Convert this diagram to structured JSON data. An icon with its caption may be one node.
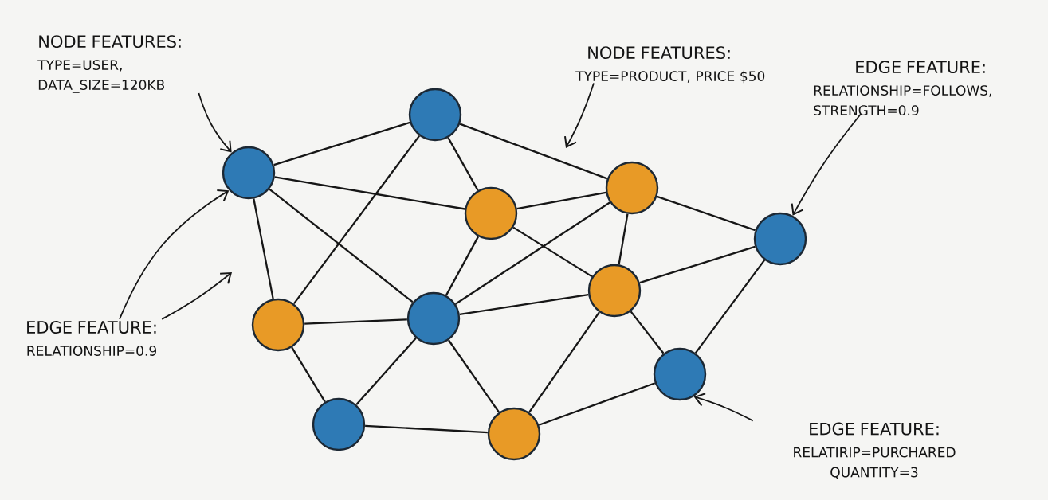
{
  "diagram": {
    "nodes": [
      {
        "text": [],
        "shape": "circle"
      },
      {
        "text": [],
        "shape": "circle"
      },
      {
        "text": [],
        "shape": "circle"
      },
      {
        "text": [],
        "shape": "circle"
      },
      {
        "text": [],
        "shape": "circle"
      },
      {
        "text": [],
        "shape": "circle"
      },
      {
        "text": [],
        "shape": "circle"
      },
      {
        "text": [],
        "shape": "circle"
      },
      {
        "text": [],
        "shape": "circle"
      },
      {
        "text": [],
        "shape": "circle"
      },
      {
        "text": [],
        "shape": "circle"
      },
      {
        "text": [
          "NODE FEATURES:",
          "TYPE=USER, DATA_SIZE=120KB"
        ]
      },
      {
        "text": [
          "NODE FEATURES:",
          "TYPE=PRODUCT, PRICE $50"
        ]
      },
      {
        "text": [
          "EDGE FEATURE:",
          "RELATIONSHIP=FOLLOWS, STRENGTH=0.9"
        ]
      },
      {
        "text": [
          "EDGE FEATURE:",
          "RELATIONSHIP=0.9"
        ]
      },
      {
        "text": [
          "EDGE FEATURE:",
          "RELATIRIP=PURCHARED QUANTITY=3"
        ]
      }
    ],
    "edges": [
      {
        "from": 0,
        "to": 1,
        "arrow": "none"
      },
      {
        "from": 0,
        "to": 2,
        "arrow": "none"
      },
      {
        "from": 0,
        "to": 6,
        "arrow": "none"
      },
      {
        "from": 0,
        "to": 7,
        "arrow": "none"
      },
      {
        "from": 1,
        "to": 2,
        "arrow": "none"
      },
      {
        "from": 1,
        "to": 3,
        "arrow": "none"
      },
      {
        "from": 1,
        "to": 7,
        "arrow": "none"
      },
      {
        "from": 2,
        "to": 3,
        "arrow": "none"
      },
      {
        "from": 2,
        "to": 6,
        "arrow": "none"
      },
      {
        "from": 2,
        "to": 5,
        "arrow": "none"
      },
      {
        "from": 3,
        "to": 5,
        "arrow": "none"
      },
      {
        "from": 3,
        "to": 4,
        "arrow": "none"
      },
      {
        "from": 3,
        "to": 6,
        "arrow": "none"
      },
      {
        "from": 4,
        "to": 5,
        "arrow": "none"
      },
      {
        "from": 4,
        "to": 8,
        "arrow": "none"
      },
      {
        "from": 5,
        "to": 6,
        "arrow": "none"
      },
      {
        "from": 5,
        "to": 10,
        "arrow": "none"
      },
      {
        "from": 5,
        "to": 8,
        "arrow": "none"
      },
      {
        "from": 6,
        "to": 7,
        "arrow": "none"
      },
      {
        "from": 6,
        "to": 9,
        "arrow": "none"
      },
      {
        "from": 6,
        "to": 10,
        "arrow": "none"
      },
      {
        "from": 7,
        "to": 9,
        "arrow": "none"
      },
      {
        "from": 9,
        "to": 10,
        "arrow": "none"
      },
      {
        "from": 10,
        "to": 8,
        "arrow": "none"
      },
      {
        "from": 11,
        "to": 0,
        "arrow": "to"
      },
      {
        "from": 12,
        "to": null,
        "arrow": "to"
      },
      {
        "from": 13,
        "to": 4,
        "arrow": "to"
      },
      {
        "from": 14,
        "to": 0,
        "arrow": "to"
      },
      {
        "from": 14,
        "to": null,
        "arrow": "to"
      },
      {
        "from": 15,
        "to": 8,
        "arrow": "to"
      }
    ]
  }
}
